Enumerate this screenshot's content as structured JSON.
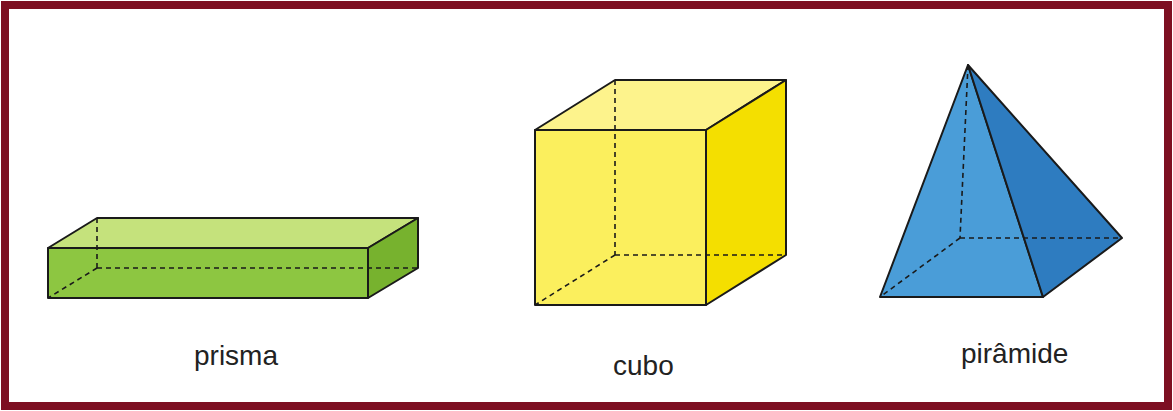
{
  "diagram": {
    "labels": [
      "prisma",
      "cubo",
      "pirâmide"
    ]
  }
}
